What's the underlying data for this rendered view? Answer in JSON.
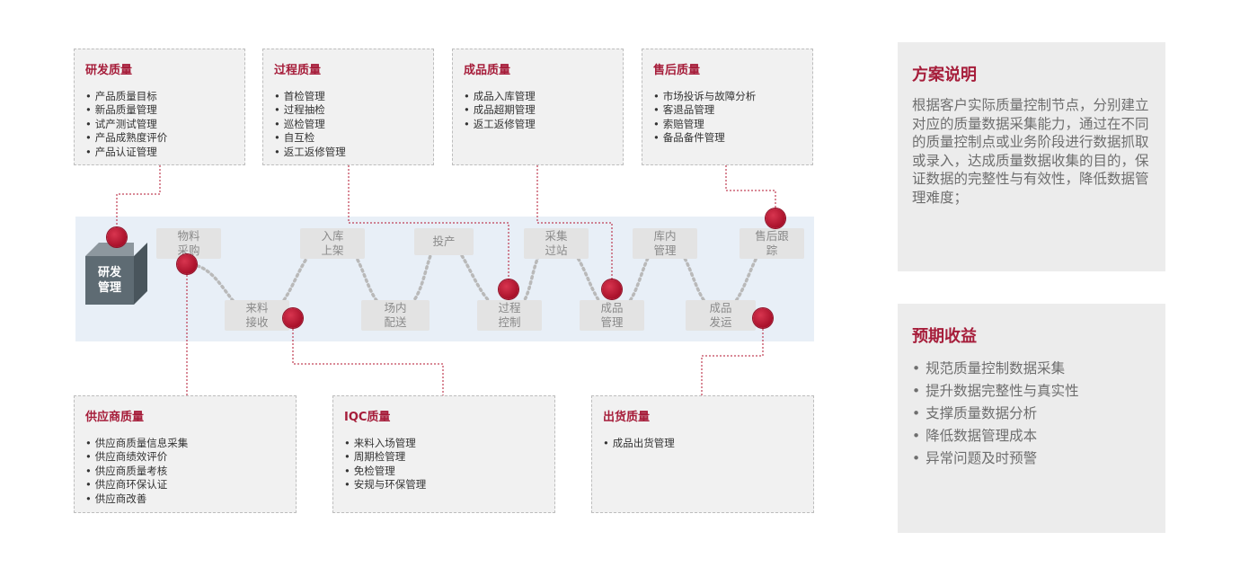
{
  "top_boxes": [
    {
      "title": "研发质量",
      "items": [
        "产品质量目标",
        "新品质量管理",
        "试产测试管理",
        "产品成熟度评价",
        "产品认证管理"
      ]
    },
    {
      "title": "过程质量",
      "items": [
        "首检管理",
        "过程抽检",
        "巡检管理",
        "自互检",
        "返工返修管理"
      ]
    },
    {
      "title": "成品质量",
      "items": [
        "成品入库管理",
        "成品超期管理",
        "返工返修管理"
      ]
    },
    {
      "title": "售后质量",
      "items": [
        "市场投诉与故障分析",
        "客退品管理",
        "索赔管理",
        "备品备件管理"
      ]
    }
  ],
  "bottom_boxes": [
    {
      "title": "供应商质量",
      "items": [
        "供应商质量信息采集",
        "供应商绩效评价",
        "供应商质量考核",
        "供应商环保认证",
        "供应商改善"
      ]
    },
    {
      "title": "IQC质量",
      "items": [
        "来料入场管理",
        "周期检管理",
        "免检管理",
        "安规与环保管理"
      ]
    },
    {
      "title": "出货质量",
      "items": [
        "成品出货管理"
      ]
    }
  ],
  "cube": {
    "line1": "研发",
    "line2": "管理"
  },
  "process_nodes": [
    {
      "line1": "物料",
      "line2": "采购"
    },
    {
      "line1": "来料",
      "line2": "接收"
    },
    {
      "line1": "入库",
      "line2": "上架"
    },
    {
      "line1": "场内",
      "line2": "配送"
    },
    {
      "line1": "投产",
      "line2": ""
    },
    {
      "line1": "过程",
      "line2": "控制"
    },
    {
      "line1": "采集",
      "line2": "过站"
    },
    {
      "line1": "成品",
      "line2": "管理"
    },
    {
      "line1": "库内",
      "line2": "管理"
    },
    {
      "line1": "成品",
      "line2": "发运"
    },
    {
      "line1": "售后跟",
      "line2": "踪"
    }
  ],
  "panels": {
    "plan": {
      "title": "方案说明",
      "text": "根据客户实际质量控制节点，分别建立对应的质量数据采集能力，通过在不同的质量控制点或业务阶段进行数据抓取或录入，达成质量数据收集的目的，保证数据的完整性与有效性，降低数据管理难度；"
    },
    "benefit": {
      "title": "预期收益",
      "items": [
        "规范质量控制数据采集",
        "提升数据完整性与真实性",
        "支撑质量数据分析",
        "降低数据管理成本",
        "异常问题及时预警"
      ]
    }
  },
  "colors": {
    "accent": "#a61d3a",
    "dot": "#b3142f",
    "band": "#e8eff7",
    "box": "#f1f1f1",
    "panel": "#ececec"
  }
}
